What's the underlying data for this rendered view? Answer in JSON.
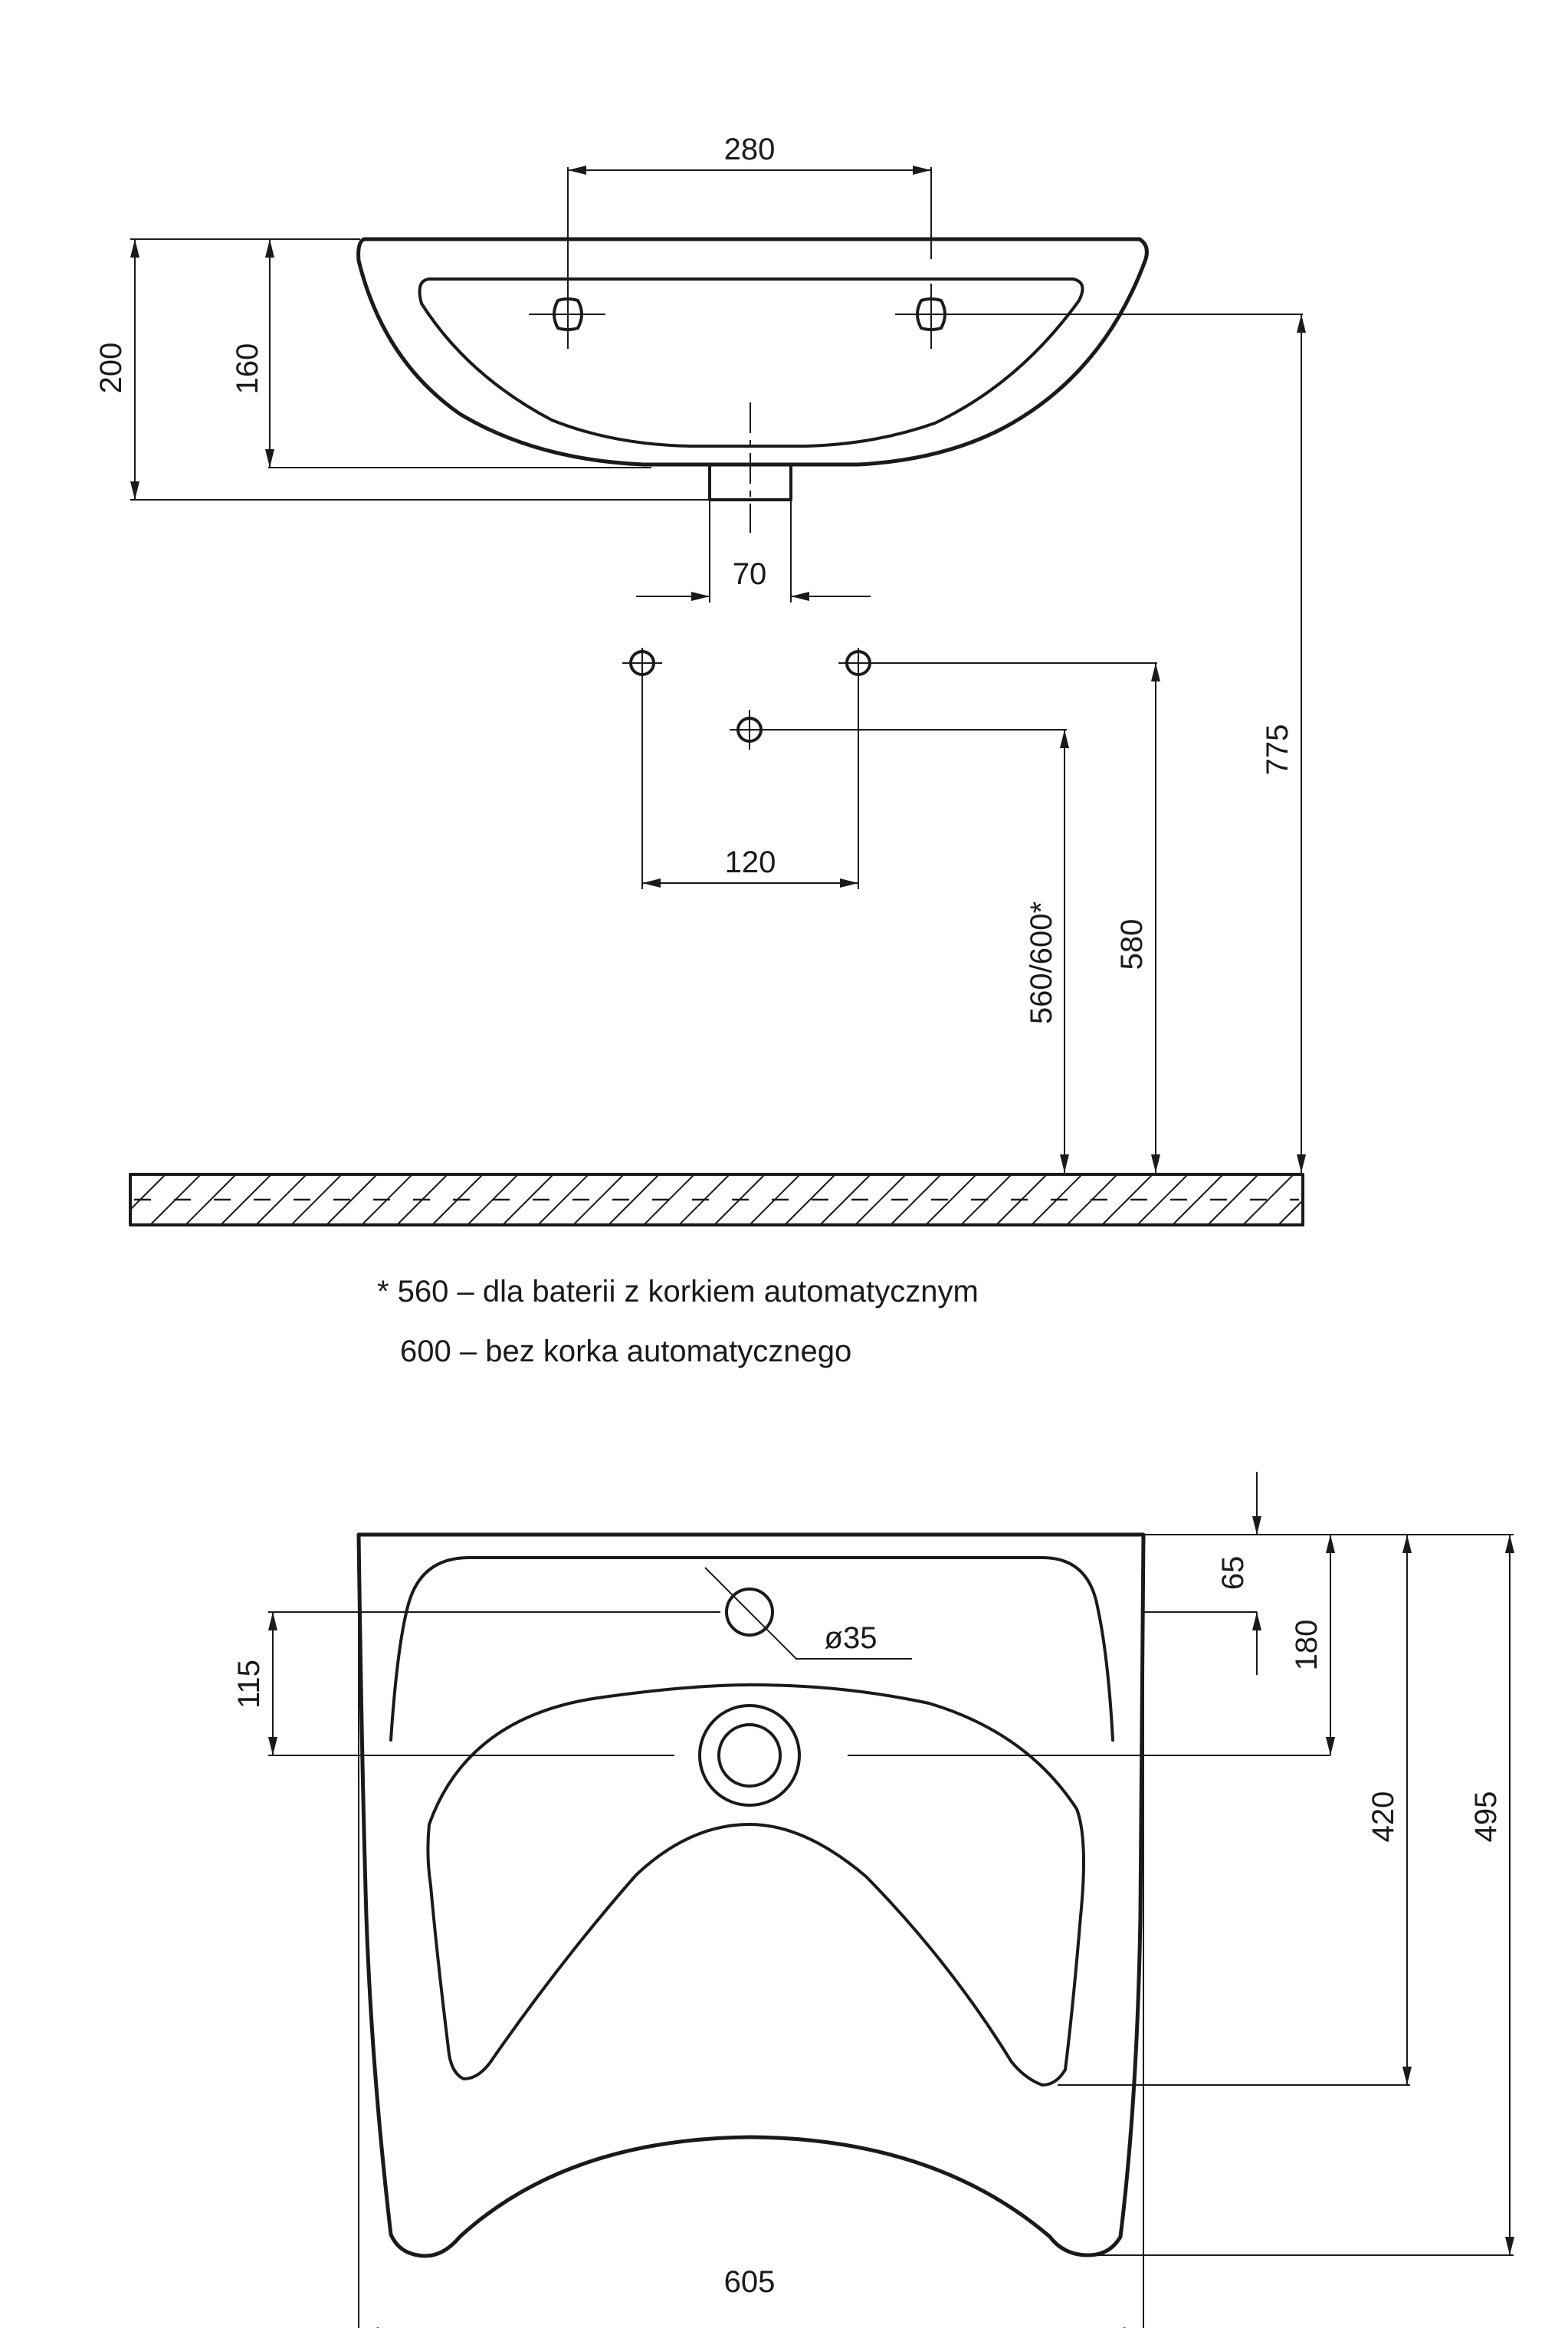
{
  "dimensions": {
    "top_view": {
      "tap_hole_spacing": "280",
      "overall_depth": "200",
      "bowl_depth": "160",
      "waste_width": "70",
      "tap_hole_height": "775"
    },
    "installation": {
      "supply_spacing": "120",
      "waste_height": "560/600*",
      "supply_height": "580"
    },
    "front_view": {
      "tap_hole_offset": "65",
      "tap_hole_diameter": "ø35",
      "hole_to_drain": "115",
      "drain_from_top": "180",
      "inner_depth": "420",
      "overall_height": "495",
      "overall_width": "605"
    }
  },
  "notes": {
    "line_1": "* 560 – dla baterii z korkiem automatycznym",
    "line_2": "600 – bez korka automatycznego"
  },
  "colors": {
    "line": "#1a1a1a",
    "background": "#ffffff"
  }
}
